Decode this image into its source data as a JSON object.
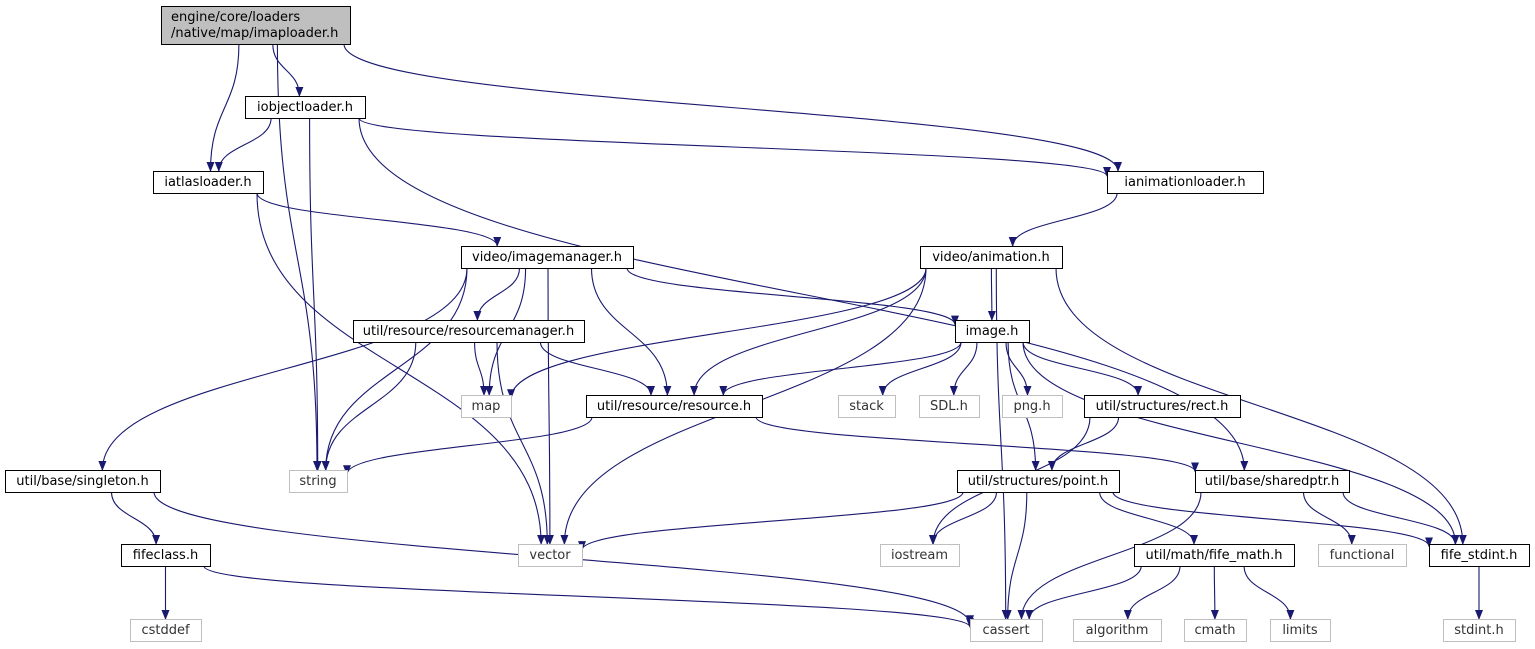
{
  "colors": {
    "node_border": "#000000",
    "node_fill": "#ffffff",
    "root_fill": "#bfbfbf",
    "external_border": "#bfbfbf",
    "edge": "#191970"
  },
  "nodes": [
    {
      "id": "root",
      "lines": [
        "engine/core/loaders",
        "/native/map/imaploader.h"
      ],
      "kind": "root"
    },
    {
      "id": "iobjectloader",
      "lines": [
        "iobjectloader.h"
      ],
      "kind": "normal"
    },
    {
      "id": "iatlasloader",
      "lines": [
        "iatlasloader.h"
      ],
      "kind": "normal"
    },
    {
      "id": "ianimationloader",
      "lines": [
        "ianimationloader.h"
      ],
      "kind": "normal"
    },
    {
      "id": "imagemanager",
      "lines": [
        "video/imagemanager.h"
      ],
      "kind": "normal"
    },
    {
      "id": "animation",
      "lines": [
        "video/animation.h"
      ],
      "kind": "normal"
    },
    {
      "id": "resourcemanager",
      "lines": [
        "util/resource/resourcemanager.h"
      ],
      "kind": "normal"
    },
    {
      "id": "image",
      "lines": [
        "image.h"
      ],
      "kind": "normal"
    },
    {
      "id": "map",
      "lines": [
        "map"
      ],
      "kind": "external"
    },
    {
      "id": "resource",
      "lines": [
        "util/resource/resource.h"
      ],
      "kind": "normal"
    },
    {
      "id": "stack",
      "lines": [
        "stack"
      ],
      "kind": "external"
    },
    {
      "id": "sdl",
      "lines": [
        "SDL.h"
      ],
      "kind": "external"
    },
    {
      "id": "png",
      "lines": [
        "png.h"
      ],
      "kind": "external"
    },
    {
      "id": "rect",
      "lines": [
        "util/structures/rect.h"
      ],
      "kind": "normal"
    },
    {
      "id": "singleton",
      "lines": [
        "util/base/singleton.h"
      ],
      "kind": "normal"
    },
    {
      "id": "string",
      "lines": [
        "string"
      ],
      "kind": "external"
    },
    {
      "id": "point",
      "lines": [
        "util/structures/point.h"
      ],
      "kind": "normal"
    },
    {
      "id": "sharedptr",
      "lines": [
        "util/base/sharedptr.h"
      ],
      "kind": "normal"
    },
    {
      "id": "fifeclass",
      "lines": [
        "fifeclass.h"
      ],
      "kind": "normal"
    },
    {
      "id": "vector",
      "lines": [
        "vector"
      ],
      "kind": "external"
    },
    {
      "id": "iostream",
      "lines": [
        "iostream"
      ],
      "kind": "external"
    },
    {
      "id": "fife_math",
      "lines": [
        "util/math/fife_math.h"
      ],
      "kind": "normal"
    },
    {
      "id": "functional",
      "lines": [
        "functional"
      ],
      "kind": "external"
    },
    {
      "id": "fife_stdint",
      "lines": [
        "fife_stdint.h"
      ],
      "kind": "normal"
    },
    {
      "id": "cstddef",
      "lines": [
        "cstddef"
      ],
      "kind": "external"
    },
    {
      "id": "cassert",
      "lines": [
        "cassert"
      ],
      "kind": "external"
    },
    {
      "id": "algorithm",
      "lines": [
        "algorithm"
      ],
      "kind": "external"
    },
    {
      "id": "cmath",
      "lines": [
        "cmath"
      ],
      "kind": "external"
    },
    {
      "id": "limits",
      "lines": [
        "limits"
      ],
      "kind": "external"
    },
    {
      "id": "stdint",
      "lines": [
        "stdint.h"
      ],
      "kind": "external"
    }
  ],
  "edges": [
    {
      "from": "root",
      "to": "string"
    },
    {
      "from": "root",
      "to": "iatlasloader"
    },
    {
      "from": "root",
      "to": "iobjectloader"
    },
    {
      "from": "root",
      "to": "ianimationloader"
    },
    {
      "from": "iobjectloader",
      "to": "iatlasloader"
    },
    {
      "from": "iobjectloader",
      "to": "string"
    },
    {
      "from": "iobjectloader",
      "to": "ianimationloader"
    },
    {
      "from": "iobjectloader",
      "to": "sharedptr"
    },
    {
      "from": "iatlasloader",
      "to": "imagemanager"
    },
    {
      "from": "iatlasloader",
      "to": "vector"
    },
    {
      "from": "ianimationloader",
      "to": "animation"
    },
    {
      "from": "imagemanager",
      "to": "singleton"
    },
    {
      "from": "imagemanager",
      "to": "string"
    },
    {
      "from": "imagemanager",
      "to": "resourcemanager"
    },
    {
      "from": "imagemanager",
      "to": "map"
    },
    {
      "from": "imagemanager",
      "to": "vector"
    },
    {
      "from": "imagemanager",
      "to": "resource"
    },
    {
      "from": "imagemanager",
      "to": "image"
    },
    {
      "from": "animation",
      "to": "map"
    },
    {
      "from": "animation",
      "to": "resource"
    },
    {
      "from": "animation",
      "to": "vector"
    },
    {
      "from": "animation",
      "to": "image"
    },
    {
      "from": "animation",
      "to": "cassert"
    },
    {
      "from": "animation",
      "to": "fife_stdint"
    },
    {
      "from": "resourcemanager",
      "to": "string"
    },
    {
      "from": "resourcemanager",
      "to": "vector"
    },
    {
      "from": "resourcemanager",
      "to": "map"
    },
    {
      "from": "resourcemanager",
      "to": "resource"
    },
    {
      "from": "image",
      "to": "resource"
    },
    {
      "from": "image",
      "to": "stack"
    },
    {
      "from": "image",
      "to": "sdl"
    },
    {
      "from": "image",
      "to": "png"
    },
    {
      "from": "image",
      "to": "rect"
    },
    {
      "from": "image",
      "to": "point"
    },
    {
      "from": "image",
      "to": "fife_stdint"
    },
    {
      "from": "resource",
      "to": "string"
    },
    {
      "from": "resource",
      "to": "sharedptr"
    },
    {
      "from": "rect",
      "to": "iostream"
    },
    {
      "from": "rect",
      "to": "point"
    },
    {
      "from": "singleton",
      "to": "fifeclass"
    },
    {
      "from": "singleton",
      "to": "cassert"
    },
    {
      "from": "point",
      "to": "vector"
    },
    {
      "from": "point",
      "to": "iostream"
    },
    {
      "from": "point",
      "to": "cassert"
    },
    {
      "from": "point",
      "to": "fife_math"
    },
    {
      "from": "point",
      "to": "fife_stdint"
    },
    {
      "from": "sharedptr",
      "to": "cassert"
    },
    {
      "from": "sharedptr",
      "to": "functional"
    },
    {
      "from": "sharedptr",
      "to": "fife_stdint"
    },
    {
      "from": "fifeclass",
      "to": "cstddef"
    },
    {
      "from": "fifeclass",
      "to": "cassert"
    },
    {
      "from": "fife_math",
      "to": "cassert"
    },
    {
      "from": "fife_math",
      "to": "algorithm"
    },
    {
      "from": "fife_math",
      "to": "cmath"
    },
    {
      "from": "fife_math",
      "to": "limits"
    },
    {
      "from": "fife_stdint",
      "to": "stdint"
    }
  ]
}
